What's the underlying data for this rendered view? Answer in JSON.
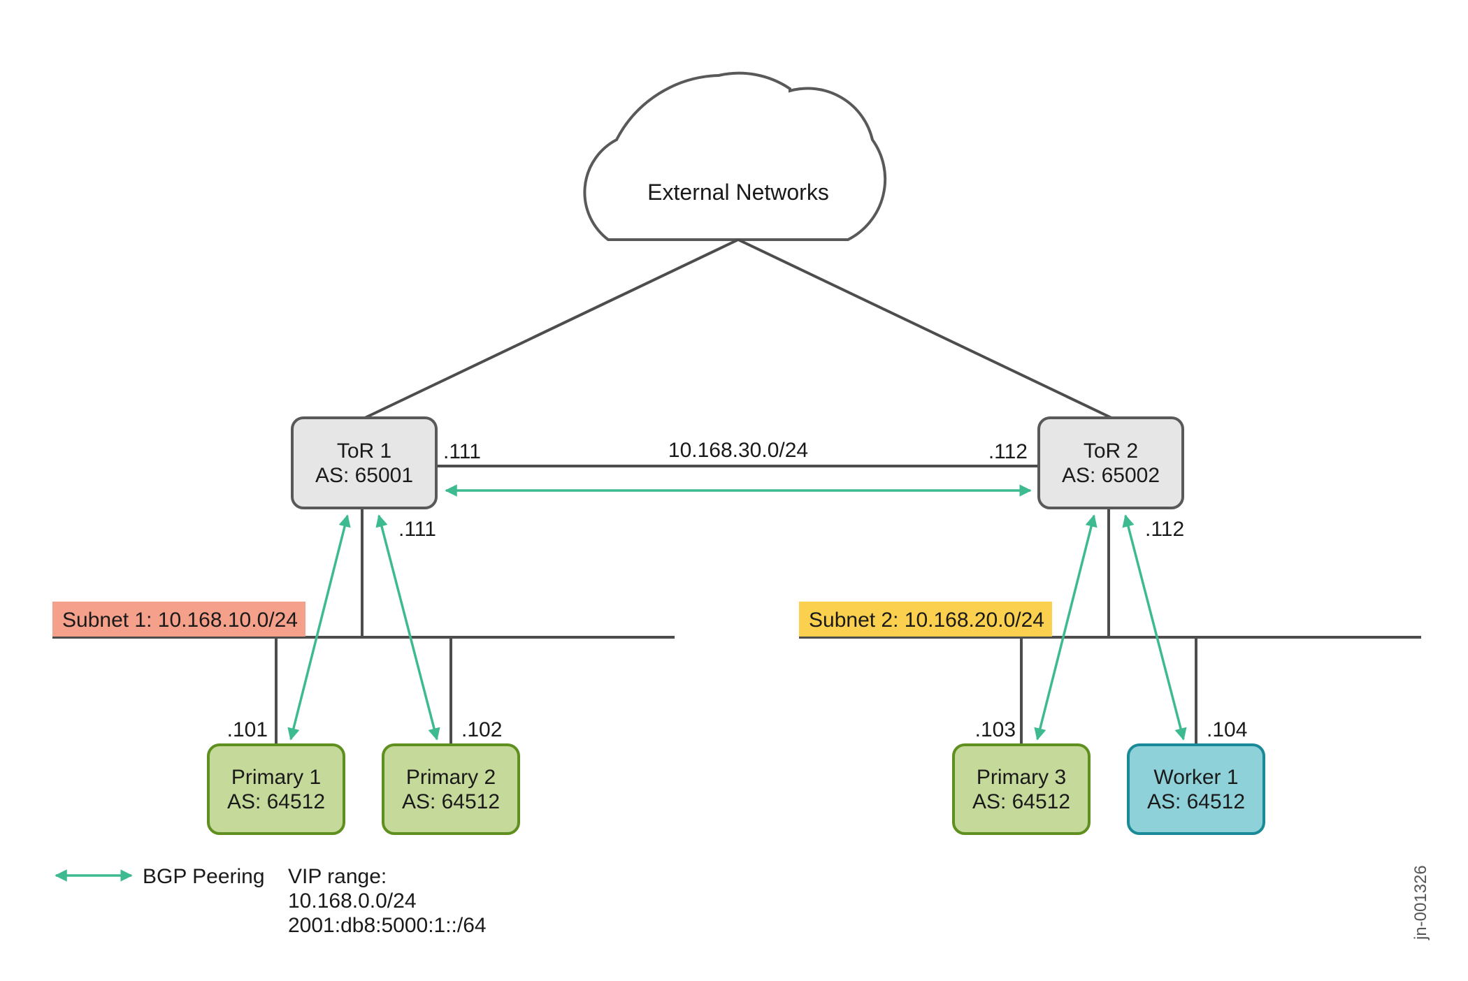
{
  "colors": {
    "bgp": "#3dba8f",
    "tor_fill": "#e6e6e6",
    "tor_stroke": "#595959",
    "primary_fill": "#c5d99a",
    "primary_stroke": "#5f8f1f",
    "worker_fill": "#8ed1d9",
    "worker_stroke": "#1a8a99",
    "subnet1": "#f4a08a",
    "subnet2": "#fbd04f"
  },
  "cloud": {
    "label": "External Networks"
  },
  "tor1": {
    "name": "ToR 1",
    "as": "AS: 65001",
    "link_ip": ".111",
    "subnet_ip": ".111"
  },
  "tor2": {
    "name": "ToR 2",
    "as": "AS: 65002",
    "link_ip": ".112",
    "subnet_ip": ".112"
  },
  "transit": {
    "subnet": "10.168.30.0/24"
  },
  "subnet1": {
    "label": "Subnet 1: 10.168.10.0/24"
  },
  "subnet2": {
    "label": "Subnet 2: 10.168.20.0/24"
  },
  "nodes": [
    {
      "name": "Primary 1",
      "as": "AS: 64512",
      "ip": ".101",
      "kind": "primary"
    },
    {
      "name": "Primary 2",
      "as": "AS: 64512",
      "ip": ".102",
      "kind": "primary"
    },
    {
      "name": "Primary 3",
      "as": "AS: 64512",
      "ip": ".103",
      "kind": "primary"
    },
    {
      "name": "Worker 1",
      "as": "AS: 64512",
      "ip": ".104",
      "kind": "worker"
    }
  ],
  "legend": {
    "bgp_label": "BGP Peering"
  },
  "vip": {
    "title": "VIP range:",
    "ipv4": "10.168.0.0/24",
    "ipv6": "2001:db8:5000:1::/64"
  },
  "doc_id": "jn-001326"
}
